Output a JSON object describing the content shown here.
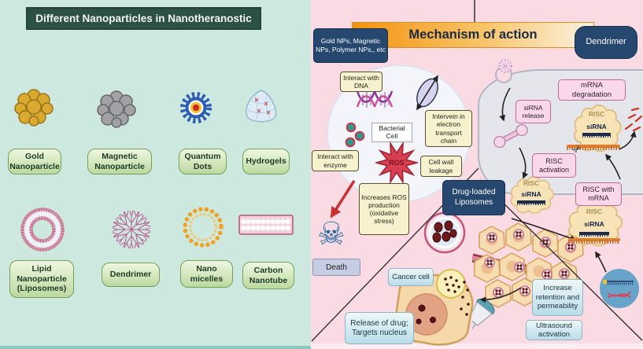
{
  "left_panel": {
    "title": "Different Nanoparticles in Nanotheranostic",
    "items": [
      {
        "label": "Gold Nanoparticle",
        "icon": "gold-nanoparticle-icon"
      },
      {
        "label": "Magnetic Nanoparticle",
        "icon": "magnetic-nanoparticle-icon"
      },
      {
        "label": "Quantum Dots",
        "icon": "quantum-dots-icon"
      },
      {
        "label": "Hydrogels",
        "icon": "hydrogel-icon"
      },
      {
        "label": "Lipid Nanoparticle (Liposomes)",
        "icon": "liposome-icon"
      },
      {
        "label": "Dendrimer",
        "icon": "dendrimer-icon"
      },
      {
        "label": "Nano micelles",
        "icon": "nano-micelles-icon"
      },
      {
        "label": "Carbon Nanotube",
        "icon": "carbon-nanotube-icon"
      }
    ]
  },
  "right_panel": {
    "title": "Mechanism of action",
    "np_types": "Gold NPs, Magnetic NPs, Polymer NPs,, etc",
    "dendrimer": "Dendrimer",
    "bacterial_section": {
      "interact_dna": "Interact with DNA",
      "electron_chain": "Intervein in electron transport chain",
      "bacterial_cell": "Bacterial Cell",
      "interact_enzyme": "Interact with enzyme",
      "ros": "ROS",
      "cell_wall": "Cell wall leakage",
      "increase_ros": "Increases ROS production (oxidative stress)",
      "death": "Death"
    },
    "sirna_section": {
      "sirna_release": "siRNA release",
      "mrna_degradation": "mRNA degradation",
      "risc_activation": "RISC activation",
      "risc_with_mrna": "RISC with mRNA",
      "risc": "RISC",
      "sirna": "siRNA"
    },
    "drug_section": {
      "drug_loaded": "Drug-loaded Liposomes",
      "cancer_cell": "Cancer cell",
      "release": "Release of drug; Targets nucleus",
      "increase_retention": "Increase retention and permeability",
      "ultrasound": "Ultrasound activation"
    }
  },
  "colors": {
    "left_bg": "#cde9df",
    "right_bg": "#fbdbe3",
    "title_green": "#2d5045",
    "accent_orange": "#f2930f",
    "navy_box": "#27486e",
    "cream_box": "#f8f1cf",
    "pink_box": "#fad7e9",
    "ros_red": "#d64050",
    "skull_blue": "#2a6ca8"
  }
}
